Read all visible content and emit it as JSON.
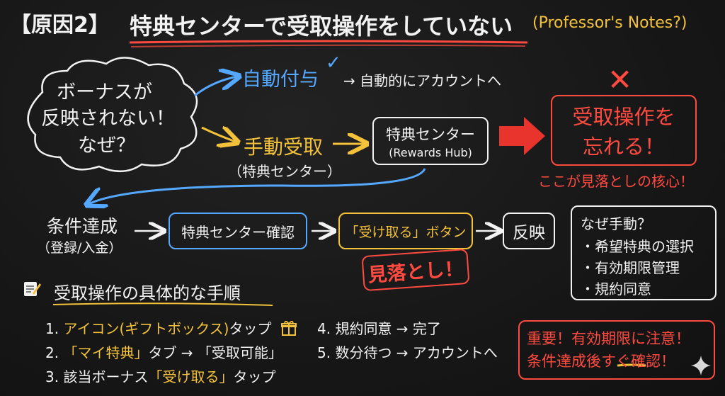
{
  "title": {
    "bracket_label": "【原因2】",
    "main": "特典センターで受取操作をしていない",
    "note": "(Professor's Notes?)"
  },
  "cloud": {
    "line1": "ボーナスが",
    "line2": "反映されない！",
    "line3": "なぜ？"
  },
  "auto": {
    "label": "自動付与",
    "check": "✓",
    "result": "→ 自動的にアカウントへ"
  },
  "manual": {
    "label": "手動受取",
    "sub": "（特典センター）"
  },
  "hub_box": {
    "line1": "特典センター",
    "line2": "(Rewards Hub)"
  },
  "forget_box": {
    "line1": "受取操作を",
    "line2": "忘れる！",
    "cross": "✕",
    "caption": "ここが見落としの核心！"
  },
  "flow": {
    "step1": "条件達成",
    "step1_sub": "（登録/入金）",
    "step2": "特典センター確認",
    "step3": "「受け取る」ボタン",
    "step4": "反映",
    "missed": "見落とし！"
  },
  "why_box": {
    "title": "なぜ手動？",
    "items": [
      "・希望特典の選択",
      "・有効期限管理",
      "・規約同意"
    ]
  },
  "procedure": {
    "heading": "受取操作の具体的な手順",
    "steps": [
      {
        "num": "1.",
        "text_a": "アイコン(ギフトボックス)",
        "text_b": "タップ"
      },
      {
        "num": "2.",
        "text_a": "「マイ特典」",
        "text_b": "タブ → 「受取可能」"
      },
      {
        "num": "3.",
        "text_a": "該当ボーナス",
        "text_hl": "「受け取る」",
        "text_b": "タップ"
      },
      {
        "num": "4.",
        "text_a": "規約同意 → 完了"
      },
      {
        "num": "5.",
        "text_a": "数分待つ → アカウントへ"
      }
    ]
  },
  "warning": {
    "line1": "重要！有効期限に注意！",
    "line2": "条件達成後すぐ確認！"
  },
  "colors": {
    "blue": "#55a8ff",
    "yellow": "#f3c23a",
    "red": "#ff4a40",
    "white": "#f2f2f2"
  }
}
